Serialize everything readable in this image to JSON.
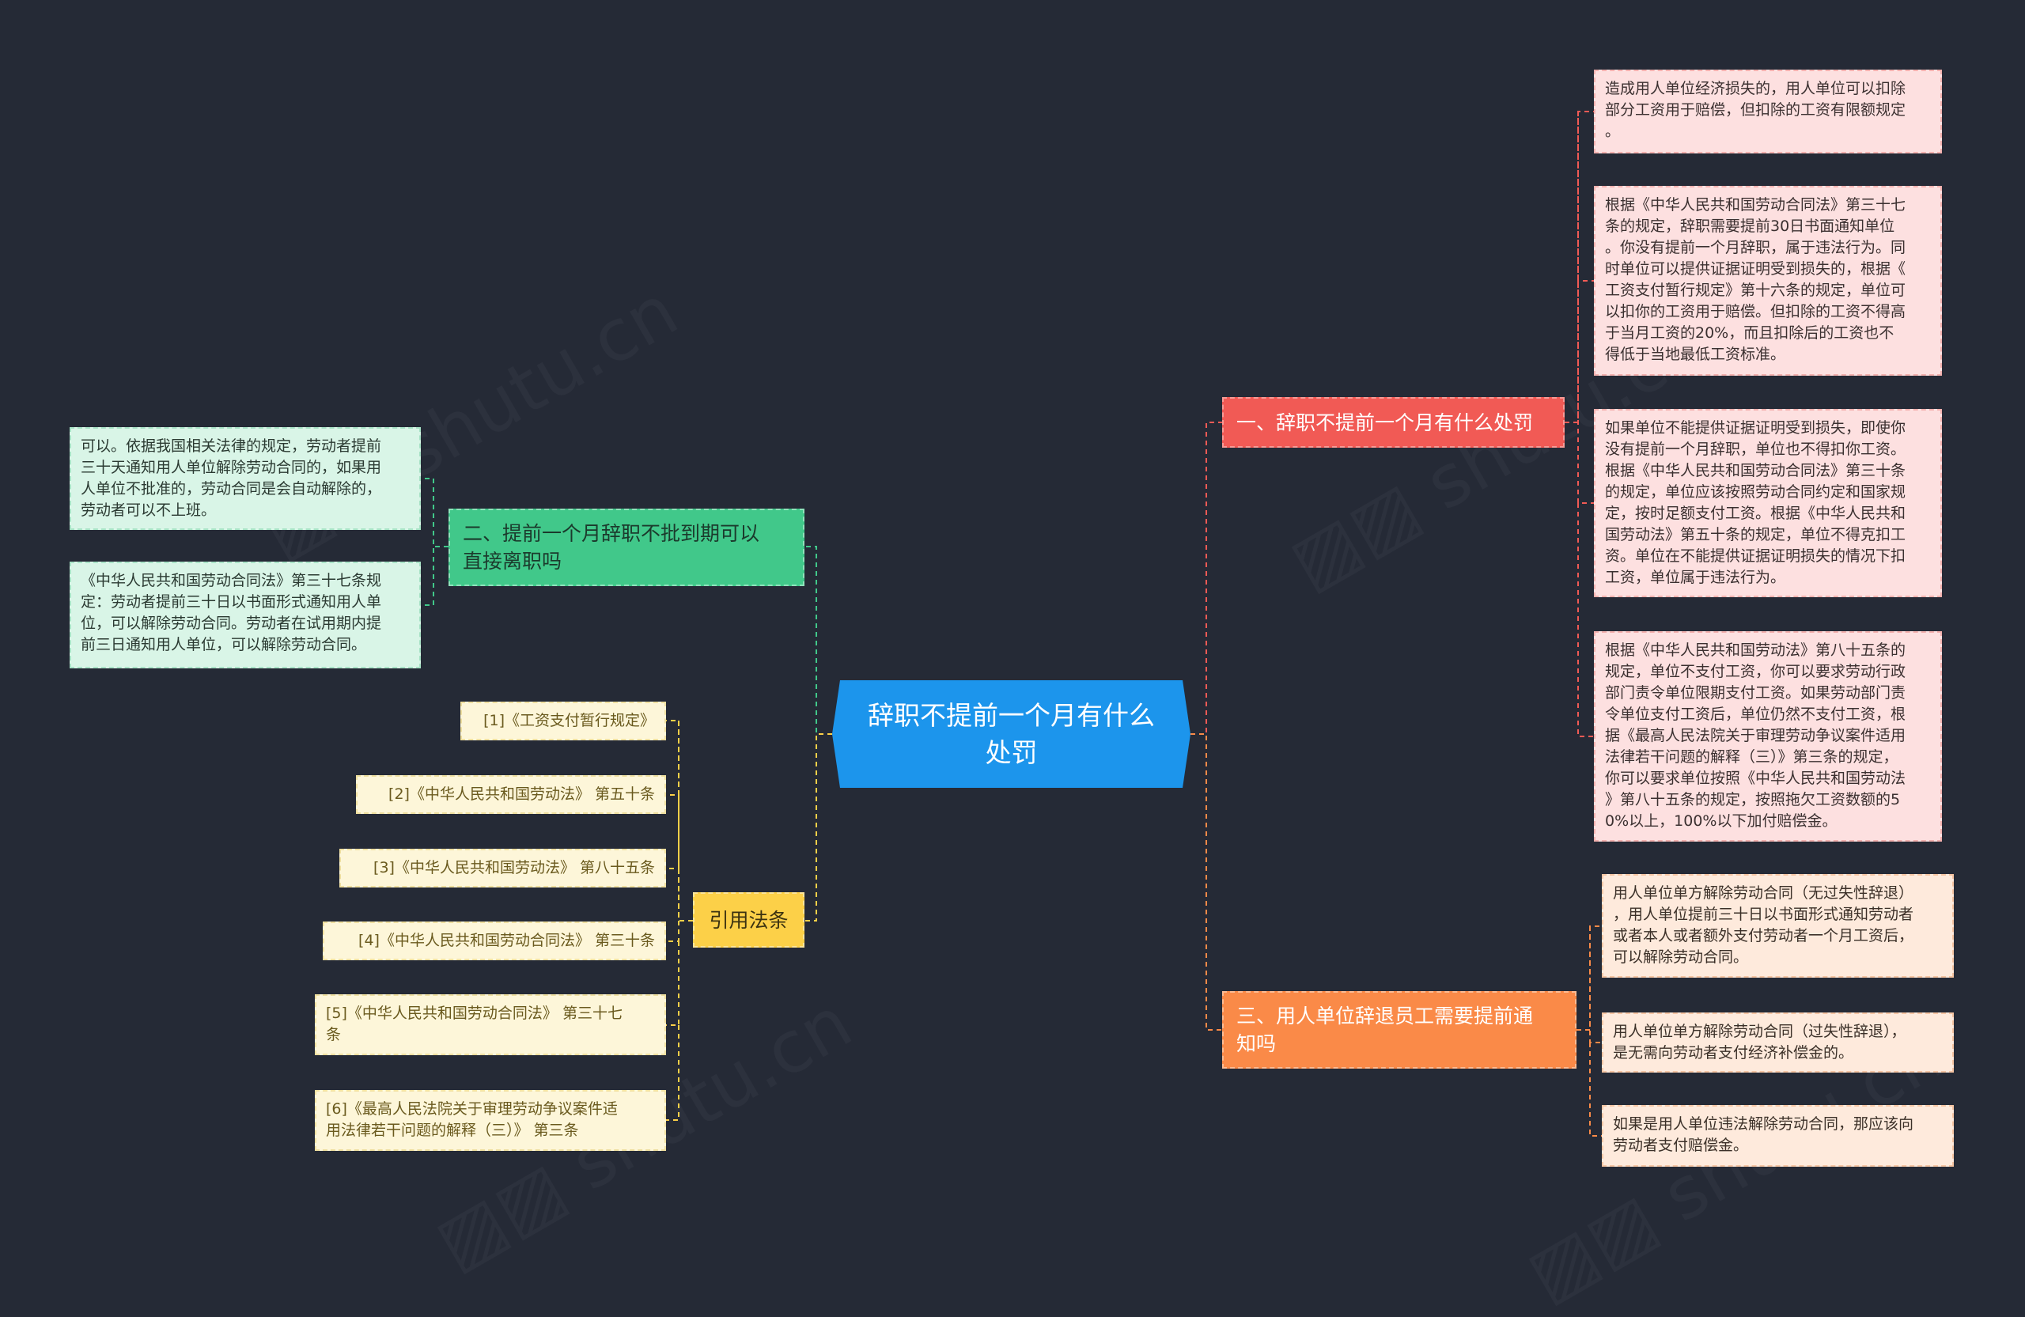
{
  "colors": {
    "background": "#252a36",
    "root": "#1c95ec",
    "branch_red": "#f15a55",
    "branch_green": "#41c88a",
    "branch_orange": "#fa8a48",
    "branch_yellow": "#fcd048",
    "leaf_pink": "#fde0e0",
    "leaf_mint": "#d9f5e7",
    "leaf_peach": "#feeadc",
    "leaf_cream": "#fdf6d9"
  },
  "root": {
    "label": "辞职不提前一个月有什么\n处罚"
  },
  "branch1": {
    "label": "一、辞职不提前一个月有什么处罚",
    "leaves": [
      "造成用人单位经济损失的，用人单位可以扣除\n部分工资用于赔偿，但扣除的工资有限额规定\n。",
      "根据《中华人民共和国劳动合同法》第三十七\n条的规定，辞职需要提前30日书面通知单位\n。你没有提前一个月辞职，属于违法行为。同\n时单位可以提供证据证明受到损失的，根据《\n工资支付暂行规定》第十六条的规定，单位可\n以扣你的工资用于赔偿。但扣除的工资不得高\n于当月工资的20%，而且扣除后的工资也不\n得低于当地最低工资标准。",
      "如果单位不能提供证据证明受到损失，即使你\n没有提前一个月辞职，单位也不得扣你工资。\n根据《中华人民共和国劳动合同法》第三十条\n的规定，单位应该按照劳动合同约定和国家规\n定，按时足额支付工资。根据《中华人民共和\n国劳动法》第五十条的规定，单位不得克扣工\n资。单位在不能提供证据证明损失的情况下扣\n工资，单位属于违法行为。",
      "根据《中华人民共和国劳动法》第八十五条的\n规定，单位不支付工资，你可以要求劳动行政\n部门责令单位限期支付工资。如果劳动部门责\n令单位支付工资后，单位仍然不支付工资，根\n据《最高人民法院关于审理劳动争议案件适用\n法律若干问题的解释（三）》第三条的规定，\n你可以要求单位按照《中华人民共和国劳动法\n》第八十五条的规定，按照拖欠工资数额的5\n0%以上，100%以下加付赔偿金。"
    ]
  },
  "branch2": {
    "label": "二、提前一个月辞职不批到期可以\n直接离职吗",
    "leaves": [
      "可以。依据我国相关法律的规定，劳动者提前\n三十天通知用人单位解除劳动合同的，如果用\n人单位不批准的，劳动合同是会自动解除的，\n劳动者可以不上班。",
      "《中华人民共和国劳动合同法》第三十七条规\n定：劳动者提前三十日以书面形式通知用人单\n位，可以解除劳动合同。劳动者在试用期内提\n前三日通知用人单位，可以解除劳动合同。"
    ]
  },
  "branch3": {
    "label": "三、用人单位辞退员工需要提前通\n知吗",
    "leaves": [
      "用人单位单方解除劳动合同（无过失性辞退）\n，用人单位提前三十日以书面形式通知劳动者\n或者本人或者额外支付劳动者一个月工资后，\n可以解除劳动合同。",
      "用人单位单方解除劳动合同（过失性辞退），\n是无需向劳动者支付经济补偿金的。",
      "如果是用人单位违法解除劳动合同，那应该向\n劳动者支付赔偿金。"
    ]
  },
  "branch4": {
    "label": "引用法条",
    "leaves": [
      "[1]《工资支付暂行规定》",
      "[2]《中华人民共和国劳动法》 第五十条",
      "[3]《中华人民共和国劳动法》 第八十五条",
      "[4]《中华人民共和国劳动合同法》 第三十条",
      "[5]《中华人民共和国劳动合同法》 第三十七\n条",
      "[6]《最高人民法院关于审理劳动争议案件适\n用法律若干问题的解释（三）》 第三条"
    ]
  }
}
